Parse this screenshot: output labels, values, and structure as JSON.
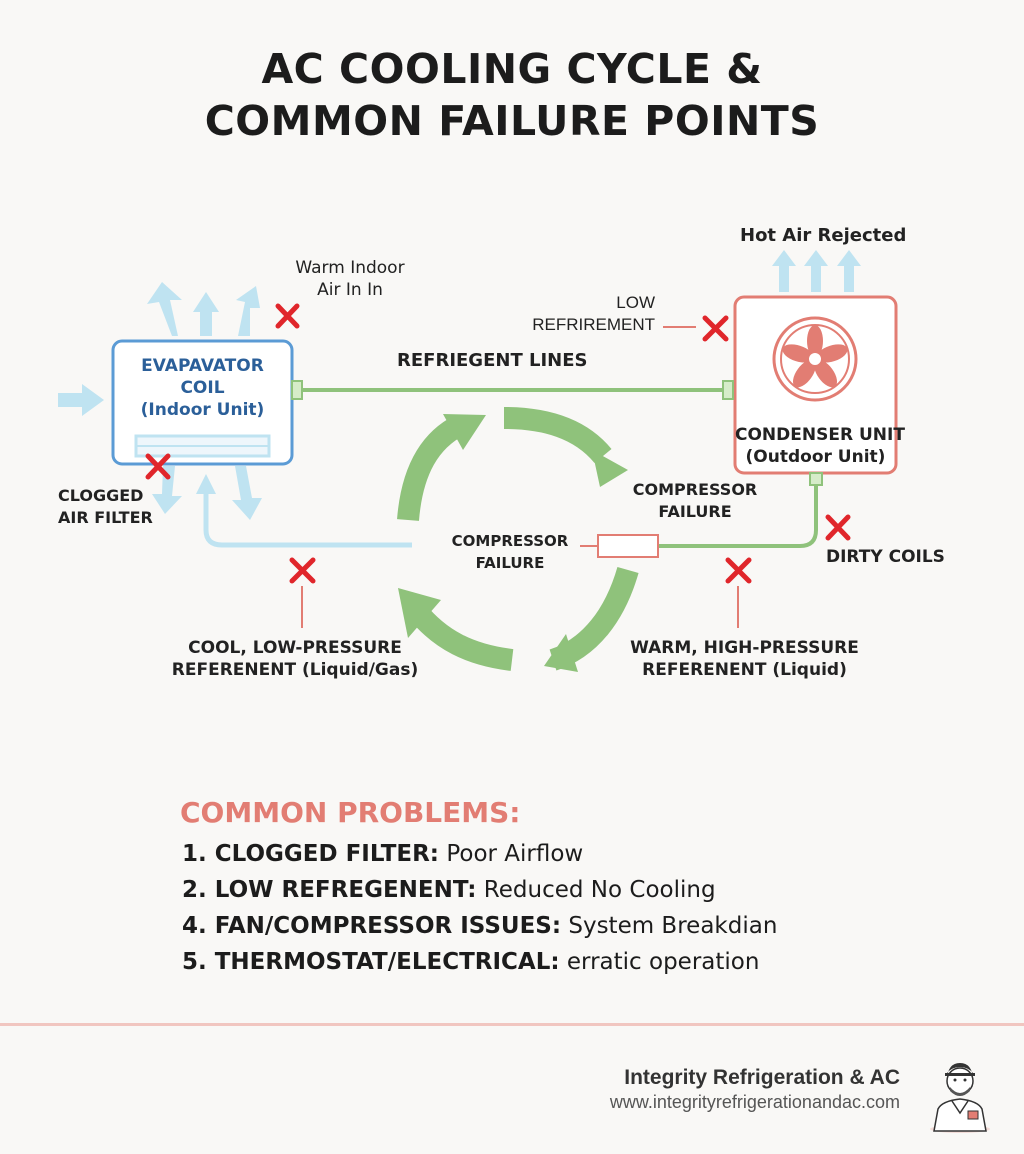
{
  "title": {
    "line1": "AC COOLING CYCLE &",
    "line2": "COMMON FAILURE POINTS"
  },
  "diagram": {
    "evaporator": {
      "line1": "EVAPAVATOR",
      "line2": "COIL",
      "line3": "(Indoor Unit)"
    },
    "condenser": {
      "line1": "CONDENSER UNIT",
      "line2": "(Outdoor Unit)"
    },
    "warm_indoor_air": {
      "line1": "Warm Indoor",
      "line2": "Air In In"
    },
    "hot_air_rejected": "Hot Air Rejected",
    "low_refrigerant": {
      "line1": "LOW",
      "line2": "REFRIREMENT"
    },
    "refrigerant_lines": "REFRIEGENT LINES",
    "clogged_air_filter": {
      "line1": "CLOGGED",
      "line2": "AIR FILTER"
    },
    "compressor_failure_right": {
      "line1": "COMPRESSOR",
      "line2": "FAILURE"
    },
    "compressor_failure_center": {
      "line1": "COMPRESSOR",
      "line2": "FAILURE"
    },
    "dirty_coils": "DIRTY COILS",
    "cool_low_pressure": {
      "line1": "COOL, LOW-PRESSURE",
      "line2": "REFERENENT (Liquid/Gas)"
    },
    "warm_high_pressure": {
      "line1": "WARM, HIGH-PRESSURE",
      "line2": "REFERENENT (Liquid)"
    },
    "colors": {
      "blue": "#5b9bd5",
      "light_blue": "#bfe3f1",
      "green": "#8fc27b",
      "red_outline": "#e27d73",
      "failure_x": "#e0262b"
    }
  },
  "problems": {
    "heading": "COMMON PROBLEMS:",
    "items": [
      {
        "bold": "1. CLOGGED FILTER:",
        "text": " Poor Airflow"
      },
      {
        "bold": "2. LOW REFREGENENT:",
        "text": " Reduced No Cooling"
      },
      {
        "bold": "4. FAN/COMPRESSOR ISSUES:",
        "text": " System Breakdian"
      },
      {
        "bold": "5. THERMOSTAT/ELECTRICAL:",
        "text": " erratic operation"
      }
    ]
  },
  "footer": {
    "company": "Integrity Refrigeration & AC",
    "url": "www.integrityrefrigerationandac.com"
  }
}
